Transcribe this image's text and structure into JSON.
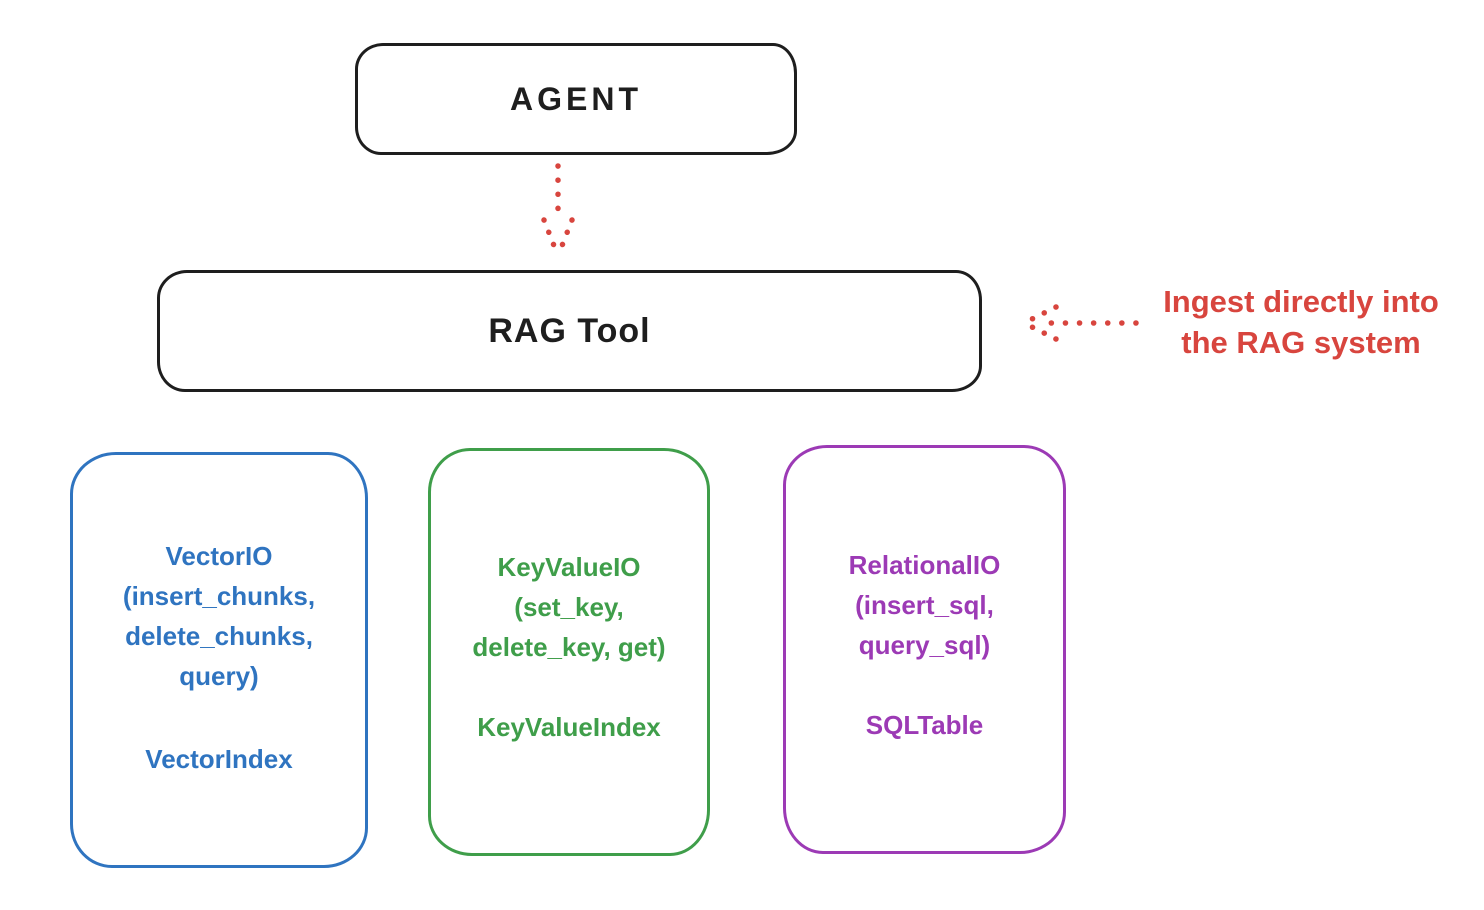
{
  "diagram": {
    "agent_box": {
      "label": "AGENT"
    },
    "rag_tool_box": {
      "label": "RAG Tool"
    },
    "annotation": {
      "line1": "Ingest directly into",
      "line2": "the RAG system"
    },
    "arrows": [
      {
        "name": "agent-to-rag-tool",
        "style": "dotted",
        "direction": "down",
        "color": "#d8453e"
      },
      {
        "name": "ingest-into-rag-tool",
        "style": "dotted",
        "direction": "left",
        "color": "#d8453e"
      }
    ],
    "storage_boxes": [
      {
        "id": "vector-io",
        "color": "#2f74c0",
        "lines": [
          "VectorIO",
          "(insert_chunks,",
          "delete_chunks,",
          "query)"
        ],
        "index_label": "VectorIndex"
      },
      {
        "id": "keyvalue-io",
        "color": "#3f9e4a",
        "lines": [
          "KeyValueIO",
          "(set_key,",
          "delete_key, get)"
        ],
        "index_label": "KeyValueIndex"
      },
      {
        "id": "relational-io",
        "color": "#9c3ab5",
        "lines": [
          "RelationalIO",
          "(insert_sql,",
          "query_sql)"
        ],
        "index_label": "SQLTable"
      }
    ],
    "colors": {
      "stroke_black": "#1e1e1e",
      "arrow_red": "#d8453e",
      "vector_blue": "#2f74c0",
      "keyvalue_green": "#3f9e4a",
      "relational_purple": "#9c3ab5",
      "background": "#ffffff"
    }
  }
}
